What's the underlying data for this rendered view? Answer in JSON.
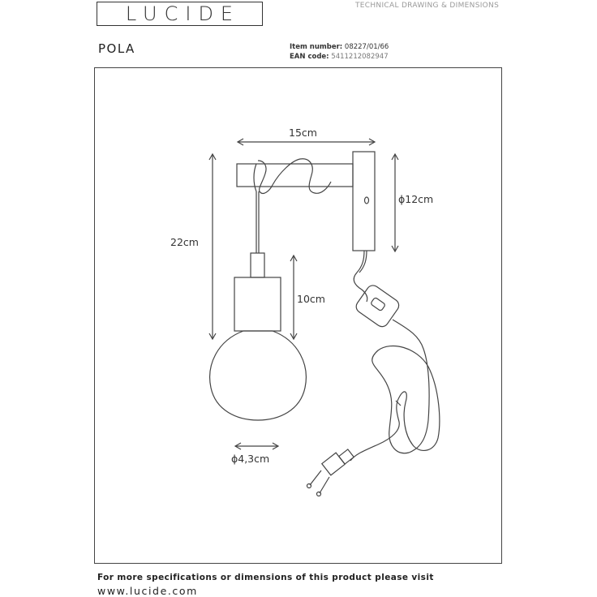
{
  "header": {
    "brand": "LUCIDE",
    "doc_type": "TECHNICAL DRAWING & DIMENSIONS",
    "product_name": "POLA",
    "item_number_label": "Item number:",
    "item_number": "08227/01/66",
    "ean_label": "EAN code:",
    "ean": "5411212082947"
  },
  "drawing": {
    "dim_width": "15cm",
    "dim_height": "22cm",
    "dim_socket": "10cm",
    "dim_mount_diameter": "ϕ12cm",
    "dim_socket_diameter": "ϕ4,3cm"
  },
  "footer": {
    "line1": "For more specifications or dimensions of this product please visit",
    "line2": "www.lucide.com"
  }
}
